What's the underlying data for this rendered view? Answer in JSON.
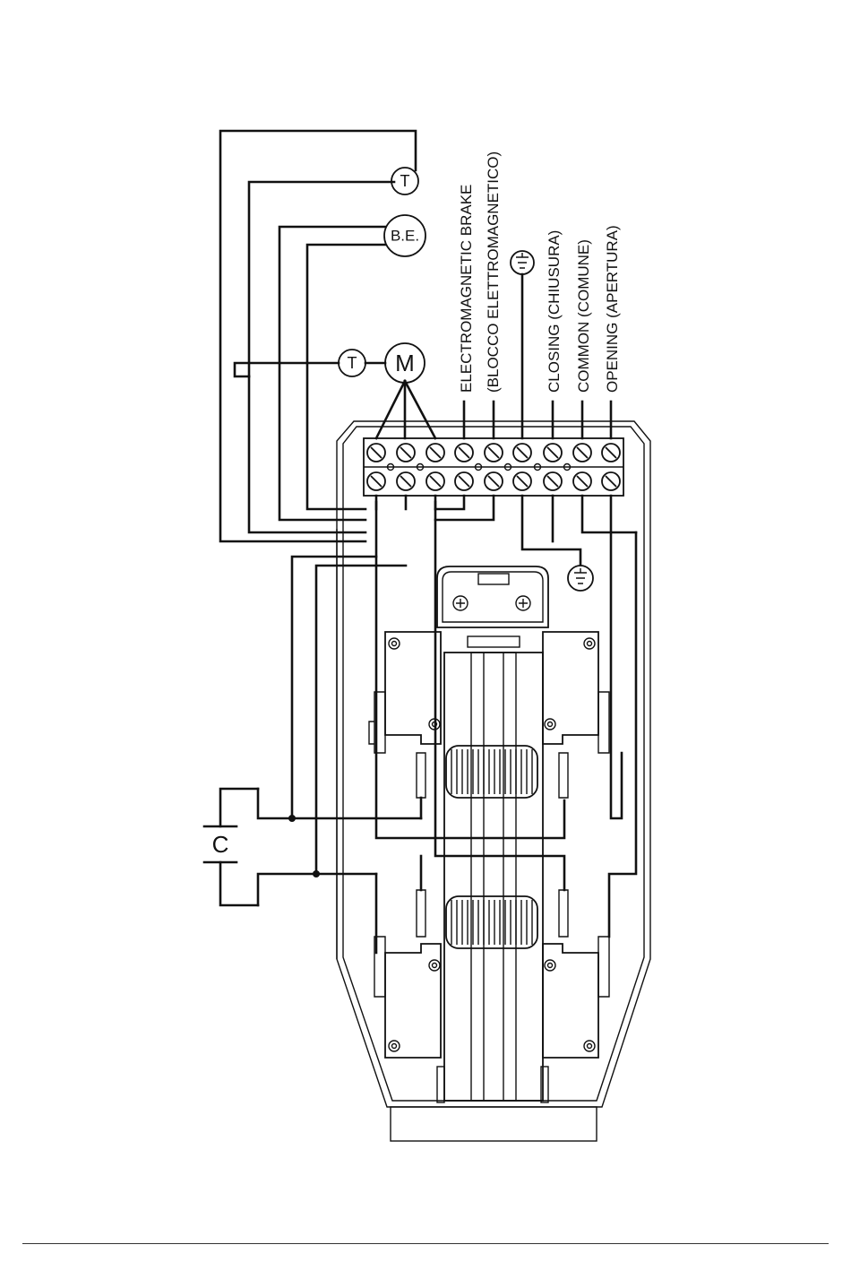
{
  "labels": {
    "brake_en": "ELECTROMAGNETIC BRAKE",
    "brake_it": "(BLOCCO ELETTROMAGNETICO)",
    "closing": "CLOSING (CHIUSURA)",
    "common": "COMMON (COMUNE)",
    "opening": "OPENING (APERTURA)"
  },
  "symbols": {
    "motor": "M",
    "thermal": "T",
    "brake": "B.E.",
    "capacitor": "C"
  },
  "icons": [
    "earth-ground-icon",
    "screw-terminal-icon",
    "limit-switch-icon",
    "gear-icon"
  ],
  "colors": {
    "ink": "#111111",
    "background": "#ffffff"
  }
}
